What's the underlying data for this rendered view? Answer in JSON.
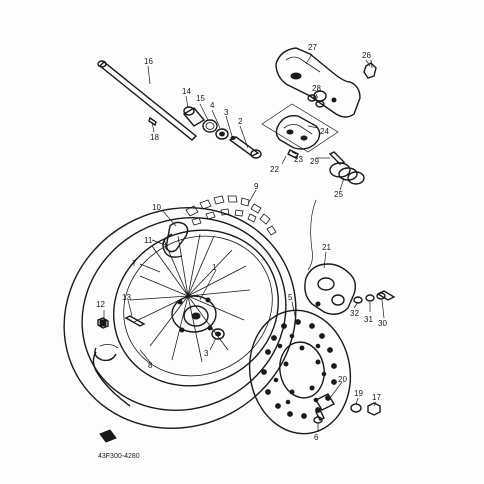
{
  "diagram": {
    "part_code": "43F300-4280",
    "callouts": [
      {
        "id": "c1",
        "label": "1"
      },
      {
        "id": "c2",
        "label": "2"
      },
      {
        "id": "c3a",
        "label": "3"
      },
      {
        "id": "c3b",
        "label": "3"
      },
      {
        "id": "c4",
        "label": "4"
      },
      {
        "id": "c5",
        "label": "5"
      },
      {
        "id": "c6",
        "label": "6"
      },
      {
        "id": "c7",
        "label": "7"
      },
      {
        "id": "c8",
        "label": "8"
      },
      {
        "id": "c9",
        "label": "9"
      },
      {
        "id": "c10",
        "label": "10"
      },
      {
        "id": "c11",
        "label": "11"
      },
      {
        "id": "c12",
        "label": "12"
      },
      {
        "id": "c13",
        "label": "13"
      },
      {
        "id": "c14",
        "label": "14"
      },
      {
        "id": "c15",
        "label": "15"
      },
      {
        "id": "c16",
        "label": "16"
      },
      {
        "id": "c17",
        "label": "17"
      },
      {
        "id": "c18",
        "label": "18"
      },
      {
        "id": "c19",
        "label": "19"
      },
      {
        "id": "c20",
        "label": "20"
      },
      {
        "id": "c21",
        "label": "21"
      },
      {
        "id": "c22",
        "label": "22"
      },
      {
        "id": "c23",
        "label": "23"
      },
      {
        "id": "c24",
        "label": "24"
      },
      {
        "id": "c25",
        "label": "25"
      },
      {
        "id": "c26",
        "label": "26"
      },
      {
        "id": "c27",
        "label": "27"
      },
      {
        "id": "c28",
        "label": "28"
      },
      {
        "id": "c29",
        "label": "29"
      },
      {
        "id": "c30",
        "label": "30"
      },
      {
        "id": "c31",
        "label": "31"
      },
      {
        "id": "c32",
        "label": "32"
      }
    ]
  }
}
